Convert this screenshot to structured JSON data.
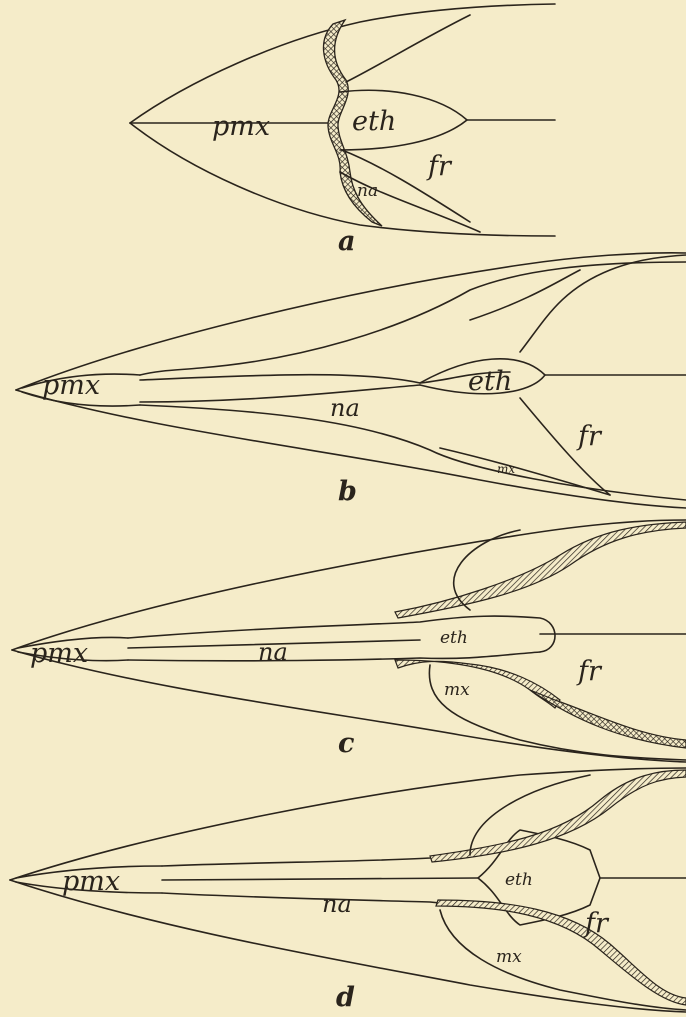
{
  "panels": [
    {
      "caption": "a",
      "labels": {
        "pmx": "pmx",
        "eth": "eth",
        "fr": "fr",
        "na": "na"
      }
    },
    {
      "caption": "b",
      "labels": {
        "pmx": "pmx",
        "eth": "eth",
        "fr": "fr",
        "na": "na",
        "mx": "mx"
      }
    },
    {
      "caption": "c",
      "labels": {
        "pmx": "pmx",
        "eth": "eth",
        "fr": "fr",
        "na": "na",
        "mx": "mx"
      }
    },
    {
      "caption": "d",
      "labels": {
        "pmx": "pmx",
        "eth": "eth",
        "fr": "fr",
        "na": "na",
        "mx": "mx"
      }
    }
  ],
  "colors": {
    "background": "#f5ecc9",
    "ink": "#2a241c"
  }
}
